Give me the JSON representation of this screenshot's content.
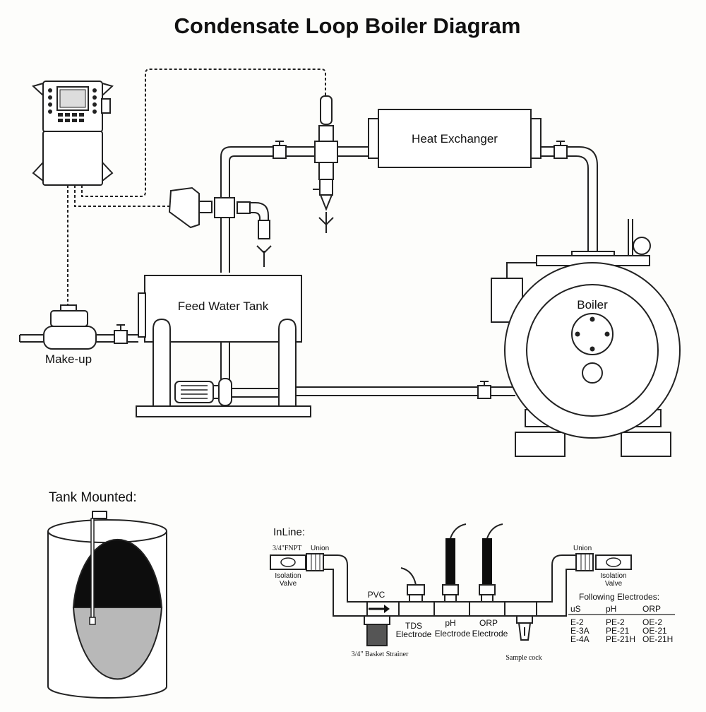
{
  "title": "Condensate Loop Boiler Diagram",
  "labels": {
    "heat_exchanger": "Heat Exchanger",
    "feed_water_tank": "Feed Water Tank",
    "boiler": "Boiler",
    "make_up": "Make-up"
  },
  "tank_mounted": {
    "heading": "Tank Mounted:"
  },
  "inline": {
    "heading": "InLine:",
    "left_fitting": "3/4\"FNPT",
    "left_union": "Union",
    "right_union": "Union",
    "left_valve": [
      "Isolation",
      "Valve"
    ],
    "right_valve": [
      "Isolation",
      "Valve"
    ],
    "pvc": "PVC",
    "tds_electrode": [
      "TDS",
      "Electrode"
    ],
    "ph_electrode": [
      "pH",
      "Electrode"
    ],
    "orp_electrode": [
      "ORP",
      "Electrode"
    ],
    "basket_strainer": "3/4\" Basket Strainer",
    "sample_cock": "Sample cock"
  },
  "electrode_table": {
    "caption": "Following Electrodes:",
    "headers": [
      "uS",
      "pH",
      "ORP"
    ],
    "rows": [
      [
        "E-2",
        "PE-2",
        "OE-2"
      ],
      [
        "E-3A",
        "PE-21",
        "OE-21"
      ],
      [
        "E-4A",
        "PE-21H",
        "OE-21H"
      ]
    ]
  },
  "colors": {
    "line": "#222222",
    "fill_dark": "#0d0d0d",
    "fill_light": "#b8b8b8",
    "background": "#fdfdfb"
  }
}
